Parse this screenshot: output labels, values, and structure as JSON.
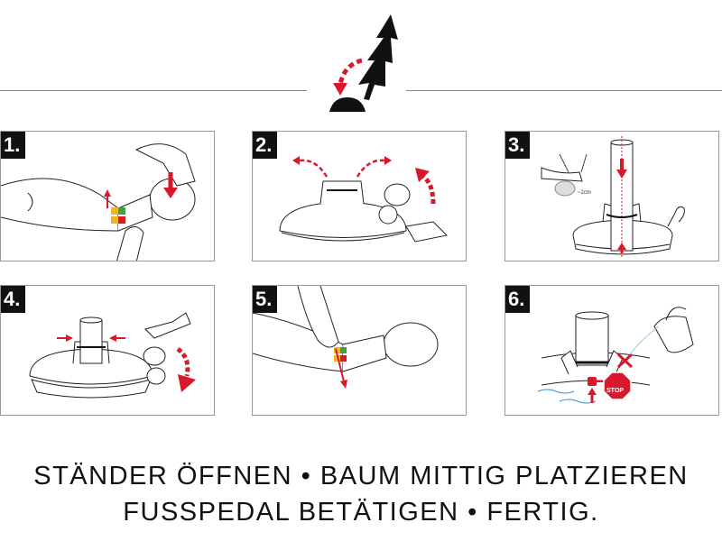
{
  "steps": [
    {
      "number": "1."
    },
    {
      "number": "2."
    },
    {
      "number": "3.",
      "note": "~2cm"
    },
    {
      "number": "4."
    },
    {
      "number": "5."
    },
    {
      "number": "6.",
      "sign": "STOP"
    }
  ],
  "captions": {
    "line1": "STÄNDER ÖFFNEN • BAUM MITTIG PLATZIEREN",
    "line2": "FUSSPEDAL BETÄTIGEN • FERTIG."
  },
  "colors": {
    "accent": "#d7192b",
    "ink": "#111111",
    "green": "#3aa34a",
    "yellow": "#f2b51c"
  }
}
